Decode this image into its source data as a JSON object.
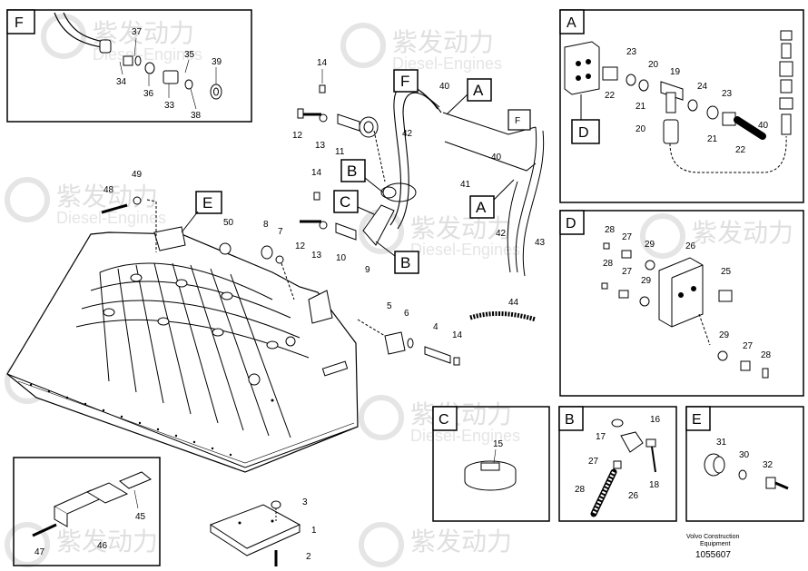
{
  "panels": {
    "F": {
      "label": "F",
      "callouts": [
        "37",
        "34",
        "36",
        "35",
        "33",
        "39",
        "38"
      ]
    },
    "A": {
      "label": "A",
      "sublabel": "D",
      "callouts": [
        "23",
        "22",
        "20",
        "21",
        "19",
        "24",
        "23",
        "21",
        "40",
        "20",
        "22"
      ]
    },
    "D": {
      "label": "D",
      "callouts": [
        "28",
        "27",
        "29",
        "26",
        "28",
        "27",
        "29",
        "25",
        "29",
        "27",
        "28"
      ]
    },
    "C": {
      "label": "C",
      "callouts": [
        "15"
      ]
    },
    "B": {
      "label": "B",
      "callouts": [
        "17",
        "16",
        "27",
        "28",
        "26",
        "18"
      ]
    },
    "E": {
      "label": "E",
      "callouts": [
        "31",
        "30",
        "32"
      ]
    },
    "BL": {
      "callouts": [
        "45",
        "47",
        "46"
      ]
    }
  },
  "main": {
    "flags": {
      "F1": "F",
      "A1": "A",
      "A2": "A",
      "Fsmall": "F",
      "B1": "B",
      "C1": "C",
      "B2": "B",
      "E1": "E"
    },
    "callouts": {
      "c14a": "14",
      "c12a": "12",
      "c13a": "13",
      "c11": "11",
      "c40a": "40",
      "c42a": "42",
      "c40b": "40",
      "c41": "41",
      "c14b": "14",
      "c12b": "12",
      "c13b": "13",
      "c10": "10",
      "c9": "9",
      "c8": "8",
      "c7": "7",
      "c42b": "42",
      "c43": "43",
      "c44": "44",
      "c48": "48",
      "c49": "49",
      "c50": "50",
      "c5": "5",
      "c6": "6",
      "c4": "4",
      "c14c": "14",
      "c3": "3",
      "c1": "1",
      "c2": "2"
    }
  },
  "watermark": {
    "brand_cn": "紫发动力",
    "brand_en": "Diesel-Engines"
  },
  "footer": {
    "company": "Volvo Construction",
    "company2": "Equipment",
    "ref": "1055607"
  }
}
